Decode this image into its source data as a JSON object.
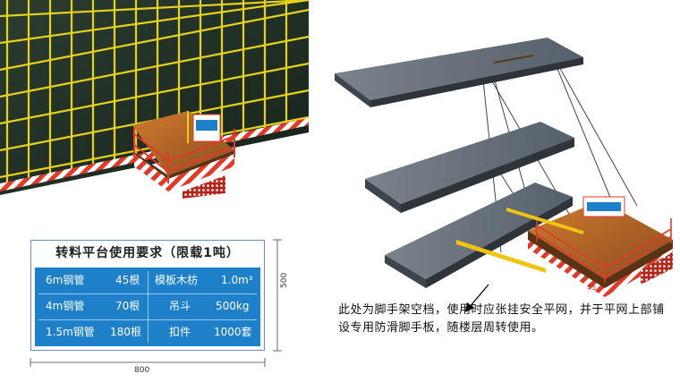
{
  "sign": {
    "title": "转料平台使用要求（限载1吨）",
    "rows": [
      {
        "item1": "6m钢管",
        "qty1": "45根",
        "item2": "模板木枋",
        "qty2": "1.0m³"
      },
      {
        "item1": "4m钢管",
        "qty1": "70根",
        "item2": "吊斗",
        "qty2": "500kg"
      },
      {
        "item1": "1.5m钢管",
        "qty1": "180根",
        "item2": "扣件",
        "qty2": "1000套"
      }
    ]
  },
  "dimensions": {
    "width": "800",
    "height": "500"
  },
  "platform_label": "45",
  "note": "此处为脚手架空档，使用时应张挂安全平网，并于平网上部铺设专用防滑脚手板，随楼层周转使用。",
  "colors": {
    "scaffold": "#e6d21c",
    "building": "#1e2f24",
    "hazard": "#e03a2a",
    "sign_blue": "#1d80c9",
    "slab": "#4f5a66",
    "rail": "#f2c40d"
  }
}
